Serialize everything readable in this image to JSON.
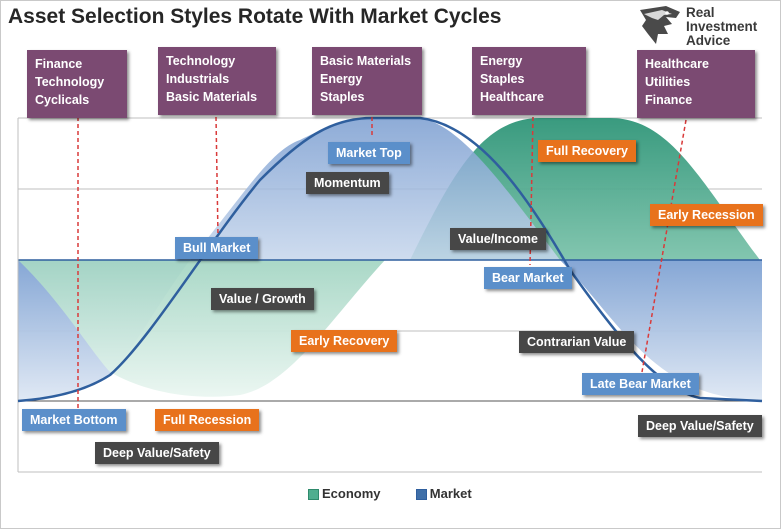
{
  "title": "Asset Selection Styles Rotate With Market Cycles",
  "logo": {
    "lines": [
      "Real",
      "Investment",
      "Advice"
    ],
    "icon": "eagle-head-icon"
  },
  "callouts": [
    {
      "lines": [
        "Finance",
        "Technology",
        "Cyclicals"
      ]
    },
    {
      "lines": [
        "Technology",
        "Industrials",
        "Basic Materials"
      ]
    },
    {
      "lines": [
        "Basic Materials",
        "Energy",
        "Staples"
      ]
    },
    {
      "lines": [
        "Energy",
        "Staples",
        "Healthcare"
      ]
    },
    {
      "lines": [
        "Healthcare",
        "Utilities",
        "Finance"
      ]
    }
  ],
  "market_labels": {
    "market_top": "Market Top",
    "bull_market": "Bull Market",
    "bear_market": "Bear Market",
    "late_bear_market": "Late Bear Market",
    "market_bottom": "Market Bottom"
  },
  "style_labels": {
    "momentum": "Momentum",
    "value_growth": "Value / Growth",
    "value_income": "Value/Income",
    "contrarian_value": "Contrarian Value",
    "deep_value_left": "Deep Value/Safety",
    "deep_value_right": "Deep Value/Safety"
  },
  "economy_labels": {
    "full_recovery": "Full Recovery",
    "early_recession": "Early Recession",
    "early_recovery": "Early Recovery",
    "full_recession": "Full Recession"
  },
  "legend": [
    {
      "label": "Economy",
      "color": "#4fae8f"
    },
    {
      "label": "Market",
      "color": "#3f6fa8"
    }
  ],
  "colors": {
    "callout": "#7b4a72",
    "blue_label": "#5b8fca",
    "dark_label": "#474747",
    "orange_label": "#e8721c",
    "market_line": "#2f5f9e",
    "dashed_line": "#d93a3a"
  }
}
